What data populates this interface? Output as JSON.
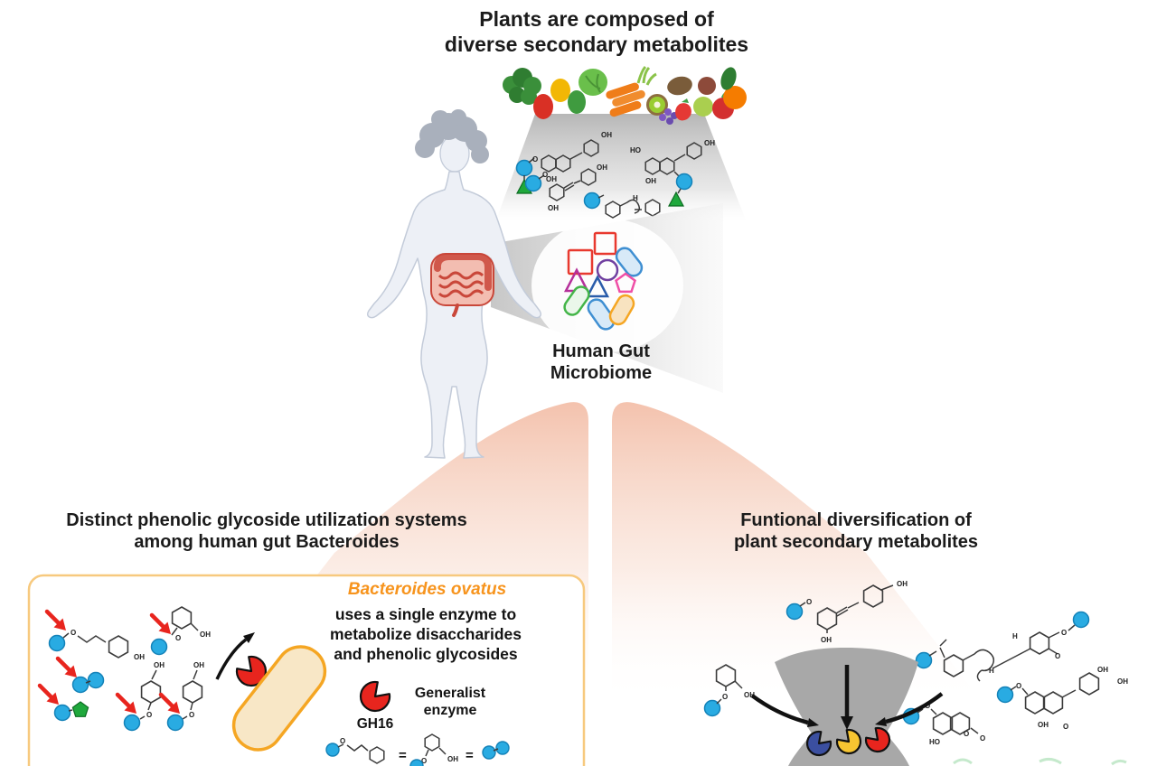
{
  "figure": {
    "top_title_line1": "Plants are composed of",
    "top_title_line2": "diverse secondary metabolites",
    "gut_label_line1": "Human Gut",
    "gut_label_line2": "Microbiome",
    "left_title_line1": "Distinct phenolic glycoside utilization systems",
    "left_title_line2": "among human gut Bacteroides",
    "right_title_line1": "Funtional diversification of",
    "right_title_line2": "plant secondary metabolites"
  },
  "bacteroides_panel": {
    "species": "Bacteroides ovatus",
    "desc_line1": "uses a single enzyme to",
    "desc_line2": "metabolize disaccharides",
    "desc_line3": "and phenolic glycosides",
    "enzyme_label_line1": "Generalist",
    "enzyme_label_line2": "enzyme",
    "enzyme_name": "GH16",
    "equals_sign": "="
  },
  "chem_labels": {
    "oh": "OH",
    "ho": "HO",
    "o": "O",
    "h": "H"
  },
  "colors": {
    "sugar_blue": "#29abe2",
    "glycan_green": "#1fa83c",
    "arrow_red": "#e8251e",
    "enzyme_red": "#e8251e",
    "enzyme_blue": "#3b4fa0",
    "enzyme_yellow": "#f7c531",
    "bacterium_fill": "#f8e7c6",
    "bacterium_stroke": "#f5a623",
    "panel_border": "#f7c97e",
    "species_orange": "#f7941d",
    "funnel_gray": "#a8a8a8",
    "beam_pink": "#f3bfa9",
    "figure_body": "#edf0f6",
    "intestine_red": "#c9473a"
  },
  "microbiome_shapes": [
    {
      "shape": "square",
      "color": "#e8392f"
    },
    {
      "shape": "square",
      "color": "#e8392f"
    },
    {
      "shape": "circle",
      "color": "#7040a0"
    },
    {
      "shape": "rod",
      "color": "#3f8fd2"
    },
    {
      "shape": "triangle",
      "color": "#b5309a"
    },
    {
      "shape": "triangle",
      "color": "#2a5caa"
    },
    {
      "shape": "pentagon",
      "color": "#ef4fa6"
    },
    {
      "shape": "rod",
      "color": "#44b549"
    },
    {
      "shape": "rod",
      "color": "#3f8fd2"
    },
    {
      "shape": "rod",
      "color": "#f5a623"
    }
  ],
  "funnel_enzymes": [
    {
      "name": "enzyme-blue",
      "color": "#3b4fa0"
    },
    {
      "name": "enzyme-yellow",
      "color": "#f7c531"
    },
    {
      "name": "enzyme-red",
      "color": "#e8251e"
    }
  ]
}
